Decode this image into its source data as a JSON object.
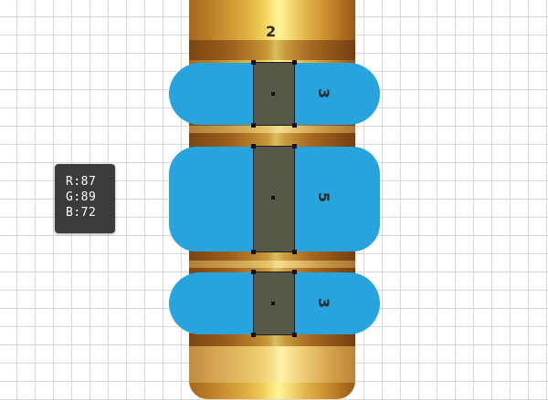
{
  "canvas": {
    "pillar_label": "2",
    "shapes": [
      {
        "name": "top",
        "value": "3"
      },
      {
        "name": "middle",
        "value": "5"
      },
      {
        "name": "bottom",
        "value": "3"
      }
    ],
    "fill_color": "#27a4dd",
    "rect_color": "#575948"
  },
  "info_panel": {
    "r_label": "R:",
    "r_value": "87",
    "g_label": "G:",
    "g_value": "89",
    "b_label": "B:",
    "b_value": "72"
  }
}
